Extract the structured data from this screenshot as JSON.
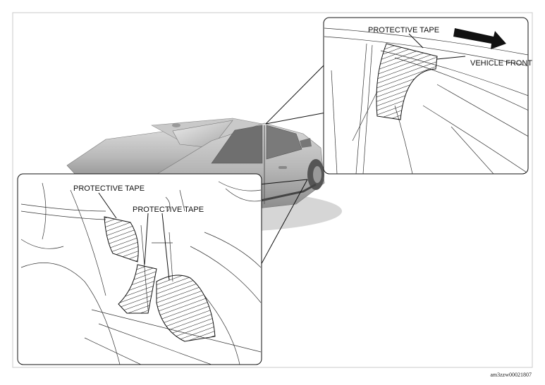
{
  "callout_top": {
    "label_tape": "PROTECTIVE TAPE",
    "label_front": "VEHICLE FRONT"
  },
  "callout_bottom": {
    "label_tape_1": "PROTECTIVE TAPE",
    "label_tape_2": "PROTECTIVE TAPE"
  },
  "figure_code": "am3zzw00021807"
}
